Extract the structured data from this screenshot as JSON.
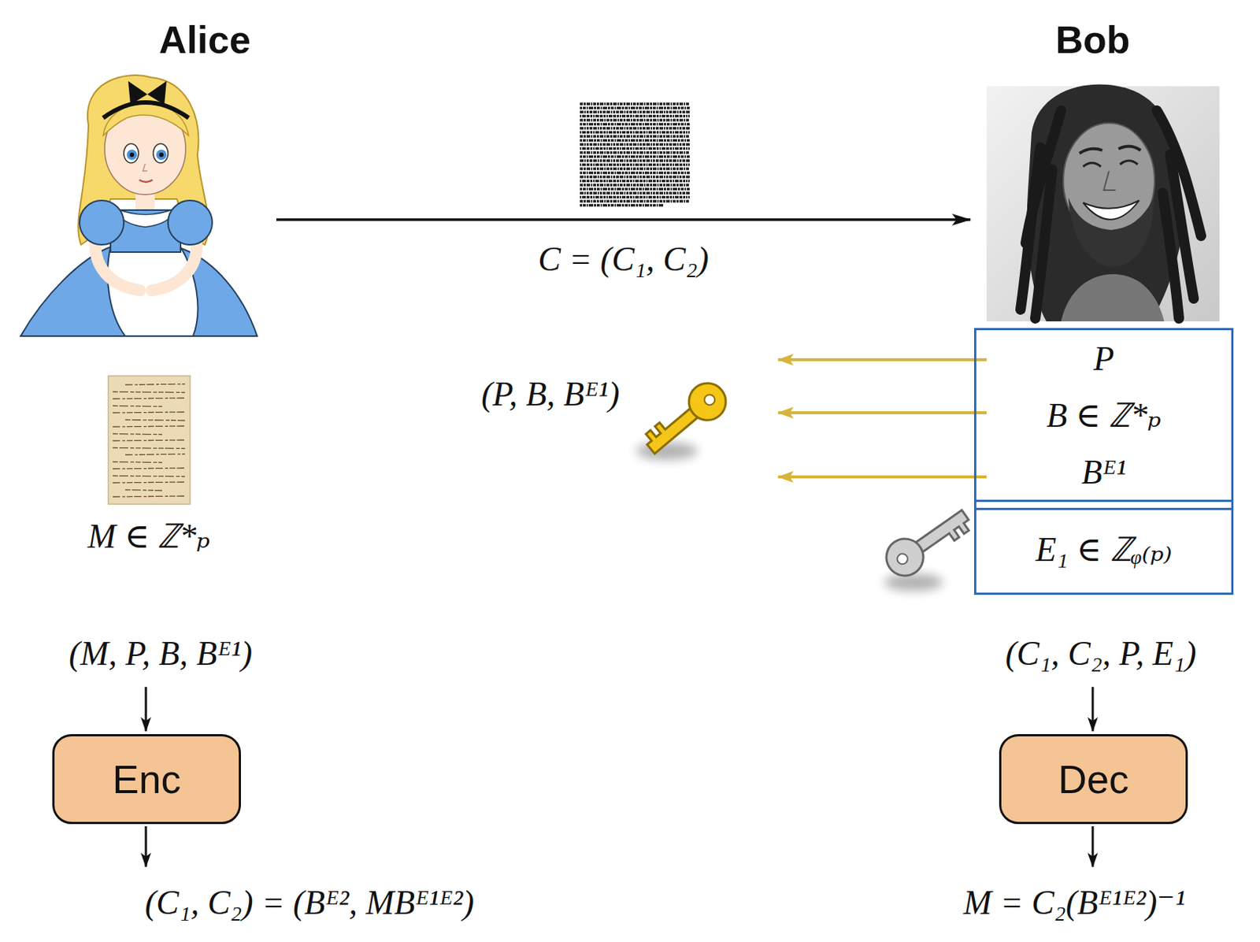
{
  "diagram": {
    "nodes": [
      {
        "text": [
          "Alice"
        ]
      },
      {
        "text": [
          "Bob"
        ]
      },
      {
        "text": [
          "P",
          "B ∈ ℤ*ₚ",
          "Bᴱ¹"
        ]
      },
      {
        "text": [
          "E₁ ∈ ℤᵩ₍ₚ₎"
        ]
      },
      {
        "text": [
          "Enc"
        ]
      },
      {
        "text": [
          "Dec"
        ]
      }
    ],
    "edges": [
      {
        "from": 0,
        "to": 1,
        "arrow": "to",
        "label": "C = (C₁, C₂)"
      }
    ],
    "labels": [
      "M ∈ ℤ*ₚ",
      "(P, B, Bᴱ¹)",
      "(M, P, B, Bᴱ¹)",
      "(C₁, C₂) = (Bᴱ², MBᴱ¹ᴱ²)",
      "(C₁, C₂, P, E₁)",
      "M = C₂(Bᴱ¹ᴱ²)⁻¹"
    ]
  }
}
